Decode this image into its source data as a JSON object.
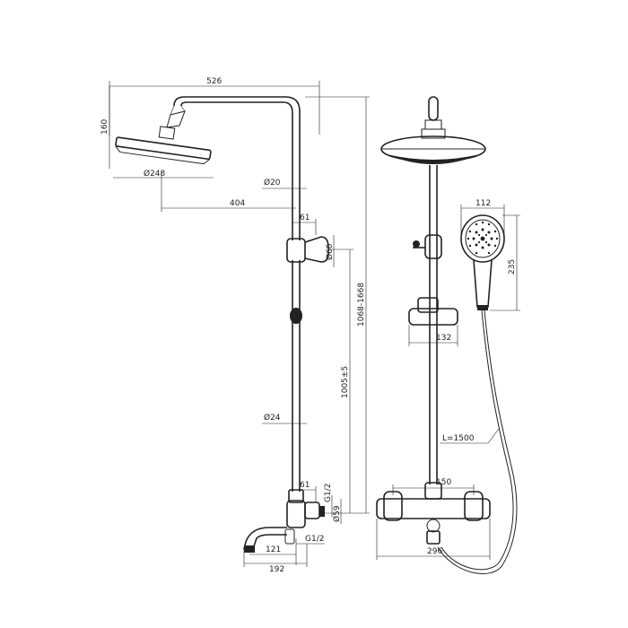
{
  "dimensions": {
    "arm_width": "526",
    "head_height": "160",
    "head_diameter": "Ø248",
    "pipe_top_diameter": "Ø20",
    "arm_offset": "404",
    "connector_width": "61",
    "connector_diameter": "Ø60",
    "total_height": "1068-1668",
    "pipe_height": "1005±5",
    "pipe_low_diameter": "Ø24",
    "valve_connector_width": "61",
    "inlet_thread": "G1/2",
    "inlet_diameter": "Ø59",
    "spout_thread": "G1/2",
    "spout_offset": "121",
    "spout_length": "192",
    "handshower_width": "112",
    "handshower_height": "235",
    "holder_width": "132",
    "hose_length": "L=1500",
    "valve_centers": "150",
    "valve_width": "296"
  }
}
